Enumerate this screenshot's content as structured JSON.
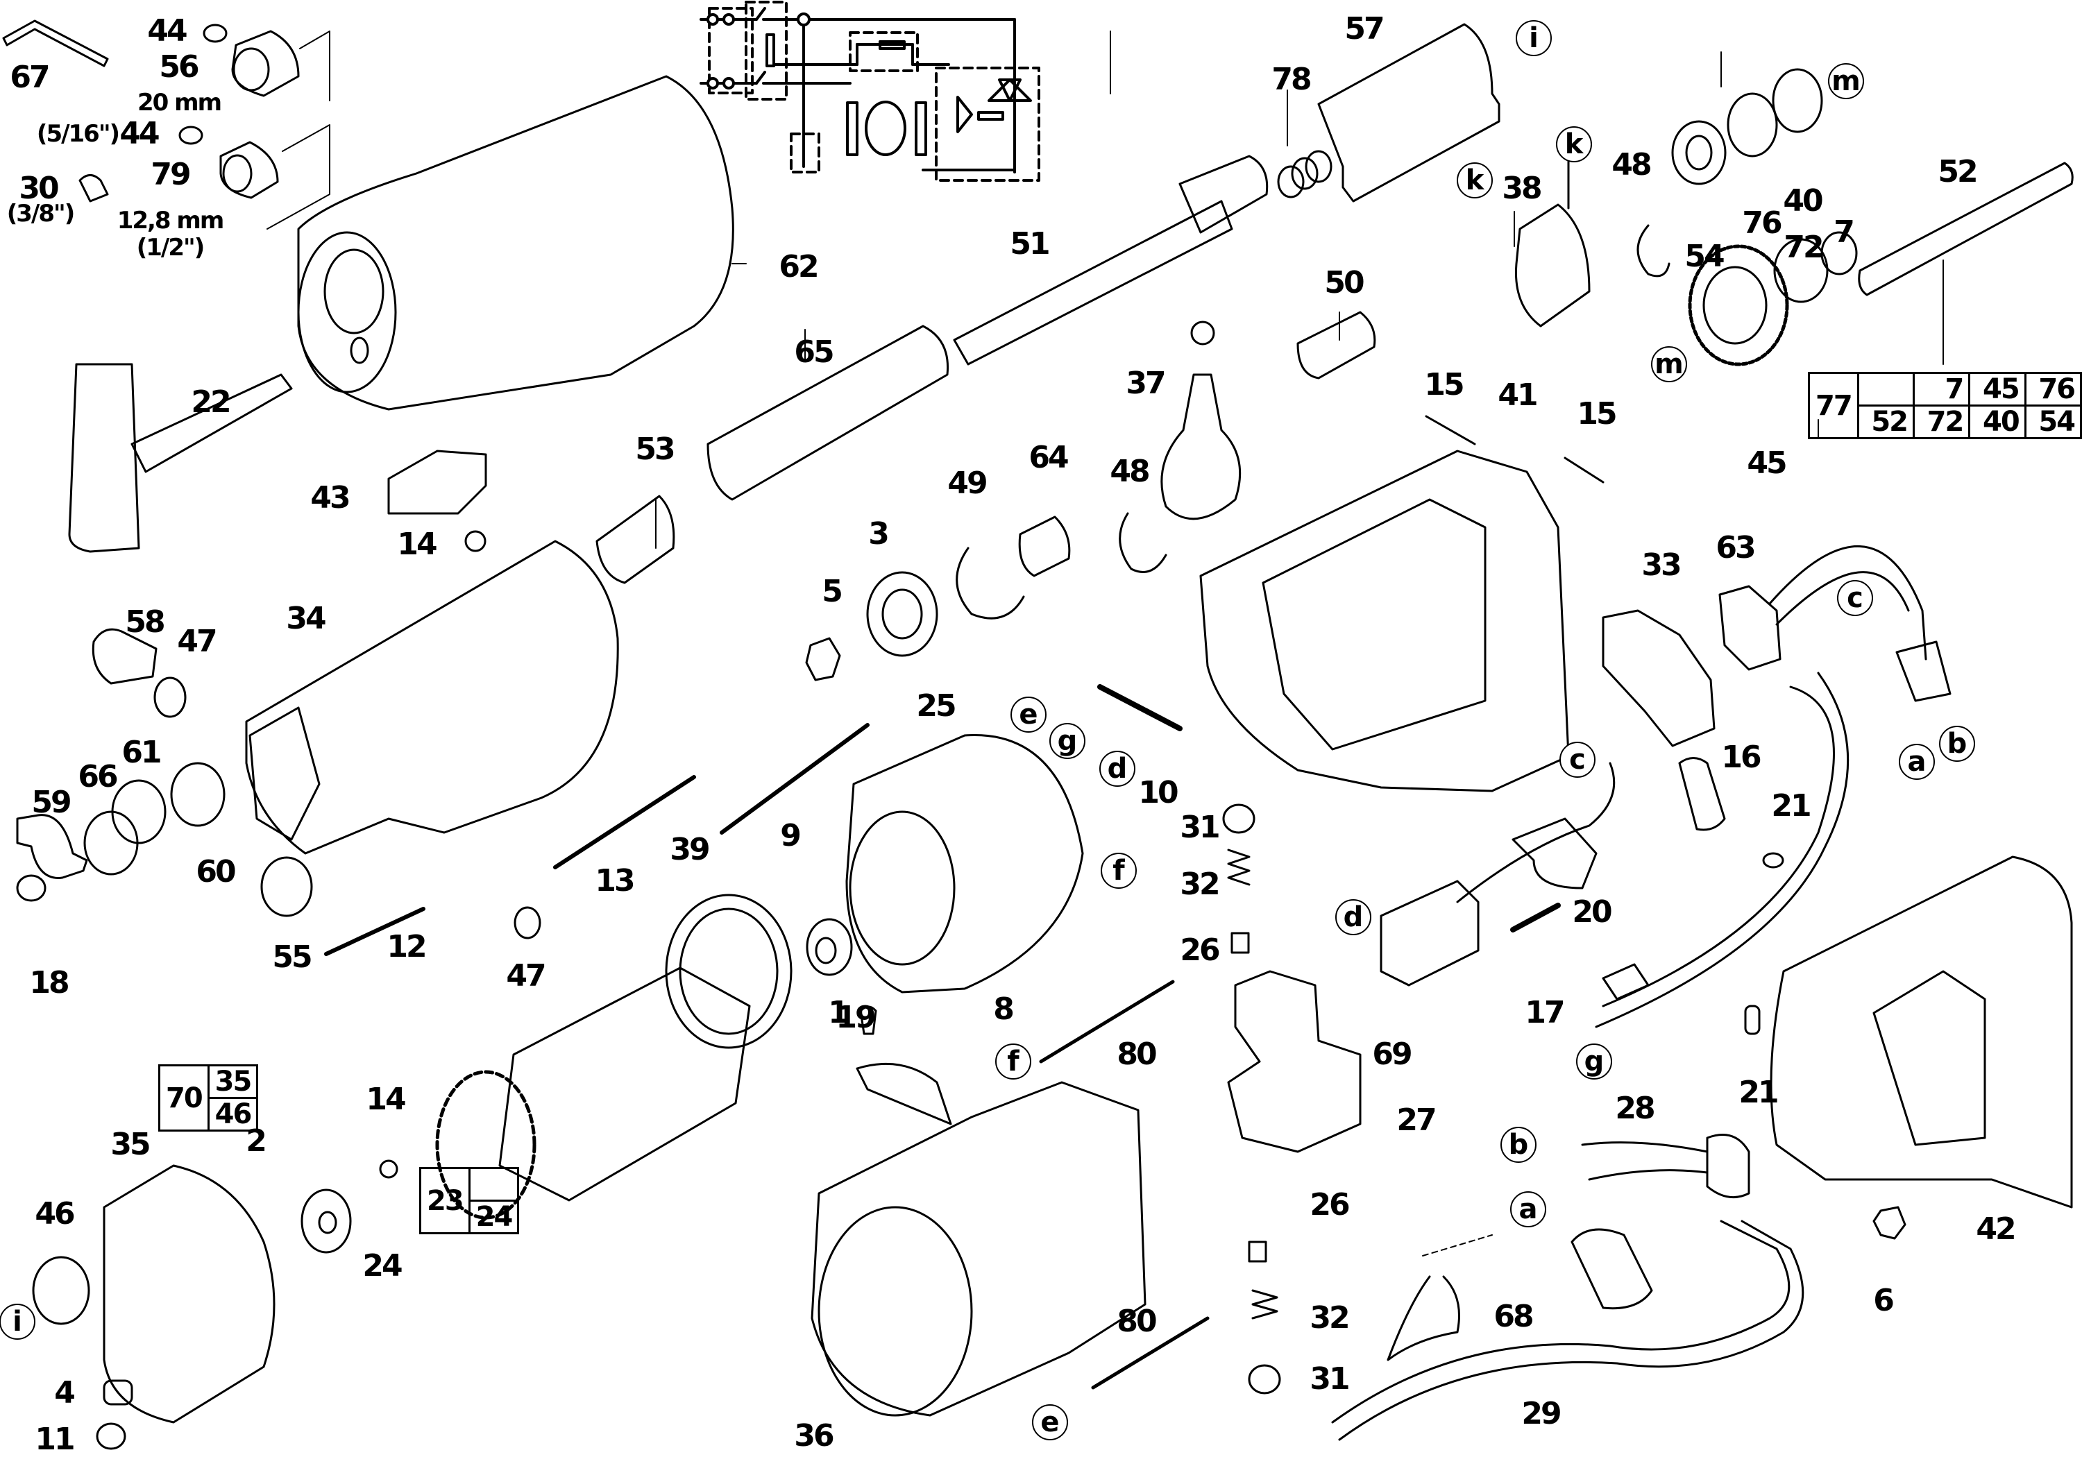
{
  "diagram": {
    "type": "exploded parts diagram",
    "subject": "power tool (reciprocating drive) with motor, gearbox and wiring",
    "circuit_schematic": {
      "components": [
        "mains terminals",
        "double-pole switch",
        "resistor",
        "speed control potentiometer",
        "capacitor (interference suppression)",
        "field coils",
        "armature/motor",
        "diac",
        "gate resistor",
        "triac",
        "capacitor"
      ]
    },
    "part_labels": [
      {
        "id": "p67",
        "text": "67"
      },
      {
        "id": "p44a",
        "text": "44"
      },
      {
        "id": "p56",
        "text": "56"
      },
      {
        "id": "p44b",
        "text": "44"
      },
      {
        "id": "p30",
        "text": "30"
      },
      {
        "id": "p79",
        "text": "79"
      },
      {
        "id": "p62",
        "text": "62"
      },
      {
        "id": "p22",
        "text": "22"
      },
      {
        "id": "p43",
        "text": "43"
      },
      {
        "id": "p14a",
        "text": "14"
      },
      {
        "id": "p51",
        "text": "51"
      },
      {
        "id": "p65",
        "text": "65"
      },
      {
        "id": "p53",
        "text": "53"
      },
      {
        "id": "p57",
        "text": "57"
      },
      {
        "id": "p78",
        "text": "78"
      },
      {
        "id": "p38",
        "text": "38"
      },
      {
        "id": "p48a",
        "text": "48"
      },
      {
        "id": "p54",
        "text": "54"
      },
      {
        "id": "p76",
        "text": "76"
      },
      {
        "id": "p40",
        "text": "40"
      },
      {
        "id": "p52",
        "text": "52"
      },
      {
        "id": "p72",
        "text": "72"
      },
      {
        "id": "p7",
        "text": "7"
      },
      {
        "id": "p45",
        "text": "45"
      },
      {
        "id": "p50",
        "text": "50"
      },
      {
        "id": "p37",
        "text": "37"
      },
      {
        "id": "p15a",
        "text": "15"
      },
      {
        "id": "p15b",
        "text": "15"
      },
      {
        "id": "p41",
        "text": "41"
      },
      {
        "id": "p64",
        "text": "64"
      },
      {
        "id": "p49",
        "text": "49"
      },
      {
        "id": "p48b",
        "text": "48"
      },
      {
        "id": "p3",
        "text": "3"
      },
      {
        "id": "p5",
        "text": "5"
      },
      {
        "id": "p58",
        "text": "58"
      },
      {
        "id": "p47a",
        "text": "47"
      },
      {
        "id": "p34",
        "text": "34"
      },
      {
        "id": "p59",
        "text": "59"
      },
      {
        "id": "p66",
        "text": "66"
      },
      {
        "id": "p61",
        "text": "61"
      },
      {
        "id": "p60",
        "text": "60"
      },
      {
        "id": "p18",
        "text": "18"
      },
      {
        "id": "p55",
        "text": "55"
      },
      {
        "id": "p12",
        "text": "12"
      },
      {
        "id": "p47b",
        "text": "47"
      },
      {
        "id": "p13",
        "text": "13"
      },
      {
        "id": "p9",
        "text": "9"
      },
      {
        "id": "p25",
        "text": "25"
      },
      {
        "id": "p10",
        "text": "10"
      },
      {
        "id": "p33",
        "text": "33"
      },
      {
        "id": "p63",
        "text": "63"
      },
      {
        "id": "p16",
        "text": "16"
      },
      {
        "id": "p21a",
        "text": "21"
      },
      {
        "id": "p21b",
        "text": "21"
      },
      {
        "id": "p31a",
        "text": "31"
      },
      {
        "id": "p32a",
        "text": "32"
      },
      {
        "id": "p26a",
        "text": "26"
      },
      {
        "id": "p20",
        "text": "20"
      },
      {
        "id": "p17",
        "text": "17"
      },
      {
        "id": "p69",
        "text": "69"
      },
      {
        "id": "p39",
        "text": "39"
      },
      {
        "id": "p1",
        "text": "1"
      },
      {
        "id": "p8",
        "text": "8"
      },
      {
        "id": "p80a",
        "text": "80"
      },
      {
        "id": "p19",
        "text": "19"
      },
      {
        "id": "p27",
        "text": "27"
      },
      {
        "id": "p28",
        "text": "28"
      },
      {
        "id": "p42",
        "text": "42"
      },
      {
        "id": "p6",
        "text": "6"
      },
      {
        "id": "p14b",
        "text": "14"
      },
      {
        "id": "p2",
        "text": "2"
      },
      {
        "id": "p24",
        "text": "24"
      },
      {
        "id": "p35",
        "text": "35"
      },
      {
        "id": "p46",
        "text": "46"
      },
      {
        "id": "p4",
        "text": "4"
      },
      {
        "id": "p11",
        "text": "11"
      },
      {
        "id": "p36",
        "text": "36"
      },
      {
        "id": "p26b",
        "text": "26"
      },
      {
        "id": "p32b",
        "text": "32"
      },
      {
        "id": "p31b",
        "text": "31"
      },
      {
        "id": "p80b",
        "text": "80"
      },
      {
        "id": "p68",
        "text": "68"
      },
      {
        "id": "p29",
        "text": "29"
      }
    ],
    "size_notes": [
      {
        "id": "s56mm",
        "text": "20 mm"
      },
      {
        "id": "s44in",
        "text": "(5/16\")"
      },
      {
        "id": "s30in",
        "text": "(3/8\")"
      },
      {
        "id": "s79mm",
        "text": "12,8 mm"
      },
      {
        "id": "s79in",
        "text": "(1/2\")"
      }
    ],
    "connection_letters": [
      {
        "id": "c_i_top",
        "text": "i"
      },
      {
        "id": "c_k_top",
        "text": "k"
      },
      {
        "id": "c_k_38",
        "text": "k"
      },
      {
        "id": "c_m_top",
        "text": "m"
      },
      {
        "id": "c_m_gear",
        "text": "m"
      },
      {
        "id": "c_c_top",
        "text": "c"
      },
      {
        "id": "c_c_mid",
        "text": "c"
      },
      {
        "id": "c_a_plug",
        "text": "a"
      },
      {
        "id": "c_b_plug",
        "text": "b"
      },
      {
        "id": "c_e_stator",
        "text": "e"
      },
      {
        "id": "c_g_stator",
        "text": "g"
      },
      {
        "id": "c_d_stator",
        "text": "d"
      },
      {
        "id": "c_f_stator",
        "text": "f"
      },
      {
        "id": "c_d_wire",
        "text": "d"
      },
      {
        "id": "c_g_wire",
        "text": "g"
      },
      {
        "id": "c_f_80",
        "text": "f"
      },
      {
        "id": "c_e_80",
        "text": "e"
      },
      {
        "id": "c_b_28",
        "text": "b"
      },
      {
        "id": "c_a_28",
        "text": "a"
      },
      {
        "id": "c_i_46",
        "text": "i"
      }
    ],
    "kits": [
      {
        "id": "kit77",
        "label": "77",
        "rows": [
          [
            "",
            "7",
            "45",
            "76"
          ],
          [
            "52",
            "72",
            "40",
            "54"
          ]
        ]
      },
      {
        "id": "kit70",
        "label": "70",
        "rows": [
          [
            "35"
          ],
          [
            "46"
          ]
        ]
      },
      {
        "id": "kit23",
        "label": "23",
        "rows": [
          [
            ""
          ],
          [
            "24"
          ]
        ]
      }
    ]
  }
}
